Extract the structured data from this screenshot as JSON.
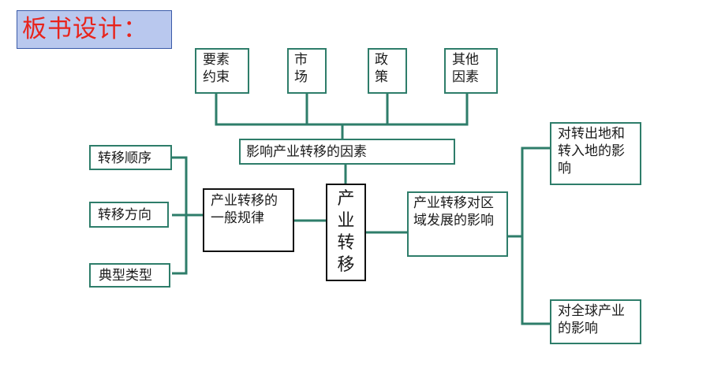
{
  "title": "板书设计：",
  "factors": {
    "f1": "要素约束",
    "f2": "市场",
    "f3": "政策",
    "f4": "其他因素"
  },
  "influence_factors": "影响产业转移的因素",
  "center_node": "产业转移",
  "general_law": "产业转移的一般规律",
  "left_items": {
    "order": "转移顺序",
    "direction": "转移方向",
    "type": "典型类型"
  },
  "regional_impact": "产业转移对区域发展的影响",
  "right_items": {
    "out_in": "对转出地和转入地的影响",
    "global": "对全球产业的影响"
  },
  "colors": {
    "line": "#2e7d6a",
    "title_bg": "#b9c8ee",
    "title_text": "#e8241c"
  }
}
